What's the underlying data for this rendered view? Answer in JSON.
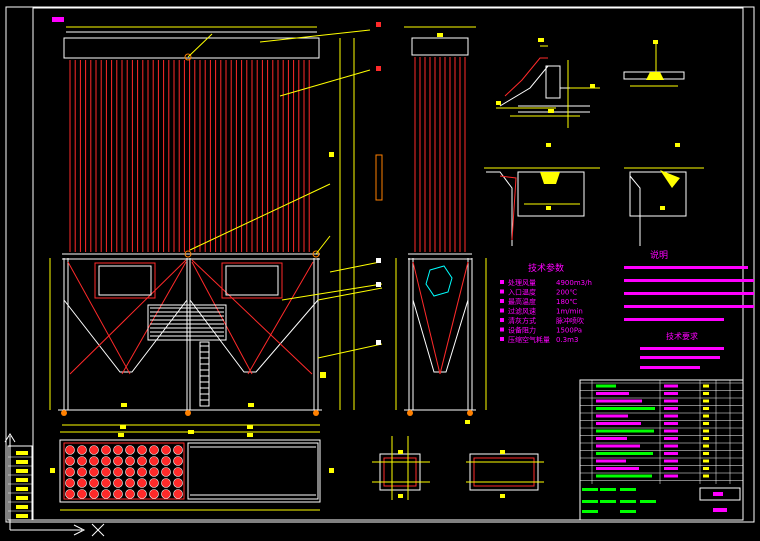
{
  "drawing": {
    "title_text_note": "",
    "section_heading_technical_params": "技术参数",
    "section_heading_notes": "说明",
    "section_heading_tech_requirements": "技术要求",
    "colors": {
      "background": "#000000",
      "frame": "#ffffff",
      "bags": "#ff2a2a",
      "structure": "#ffffff",
      "dimension": "#ffff00",
      "text": "#ff00ff",
      "cyan_outline": "#00ffff",
      "table_fill": "#00ff00"
    },
    "icons": [
      "ucs-axis-icon"
    ]
  },
  "tech_params": [
    {
      "label": "处理风量",
      "value": "4900m3/h"
    },
    {
      "label": "入口温度",
      "value": "200℃"
    },
    {
      "label": "最高温度",
      "value": "180℃"
    },
    {
      "label": "过滤风速",
      "value": "1m/min"
    },
    {
      "label": "清灰方式",
      "value": "脉冲喷吹"
    },
    {
      "label": "设备阻力",
      "value": "1500Pa"
    },
    {
      "label": "压缩空气耗量",
      "value": "0.3m3"
    }
  ]
}
